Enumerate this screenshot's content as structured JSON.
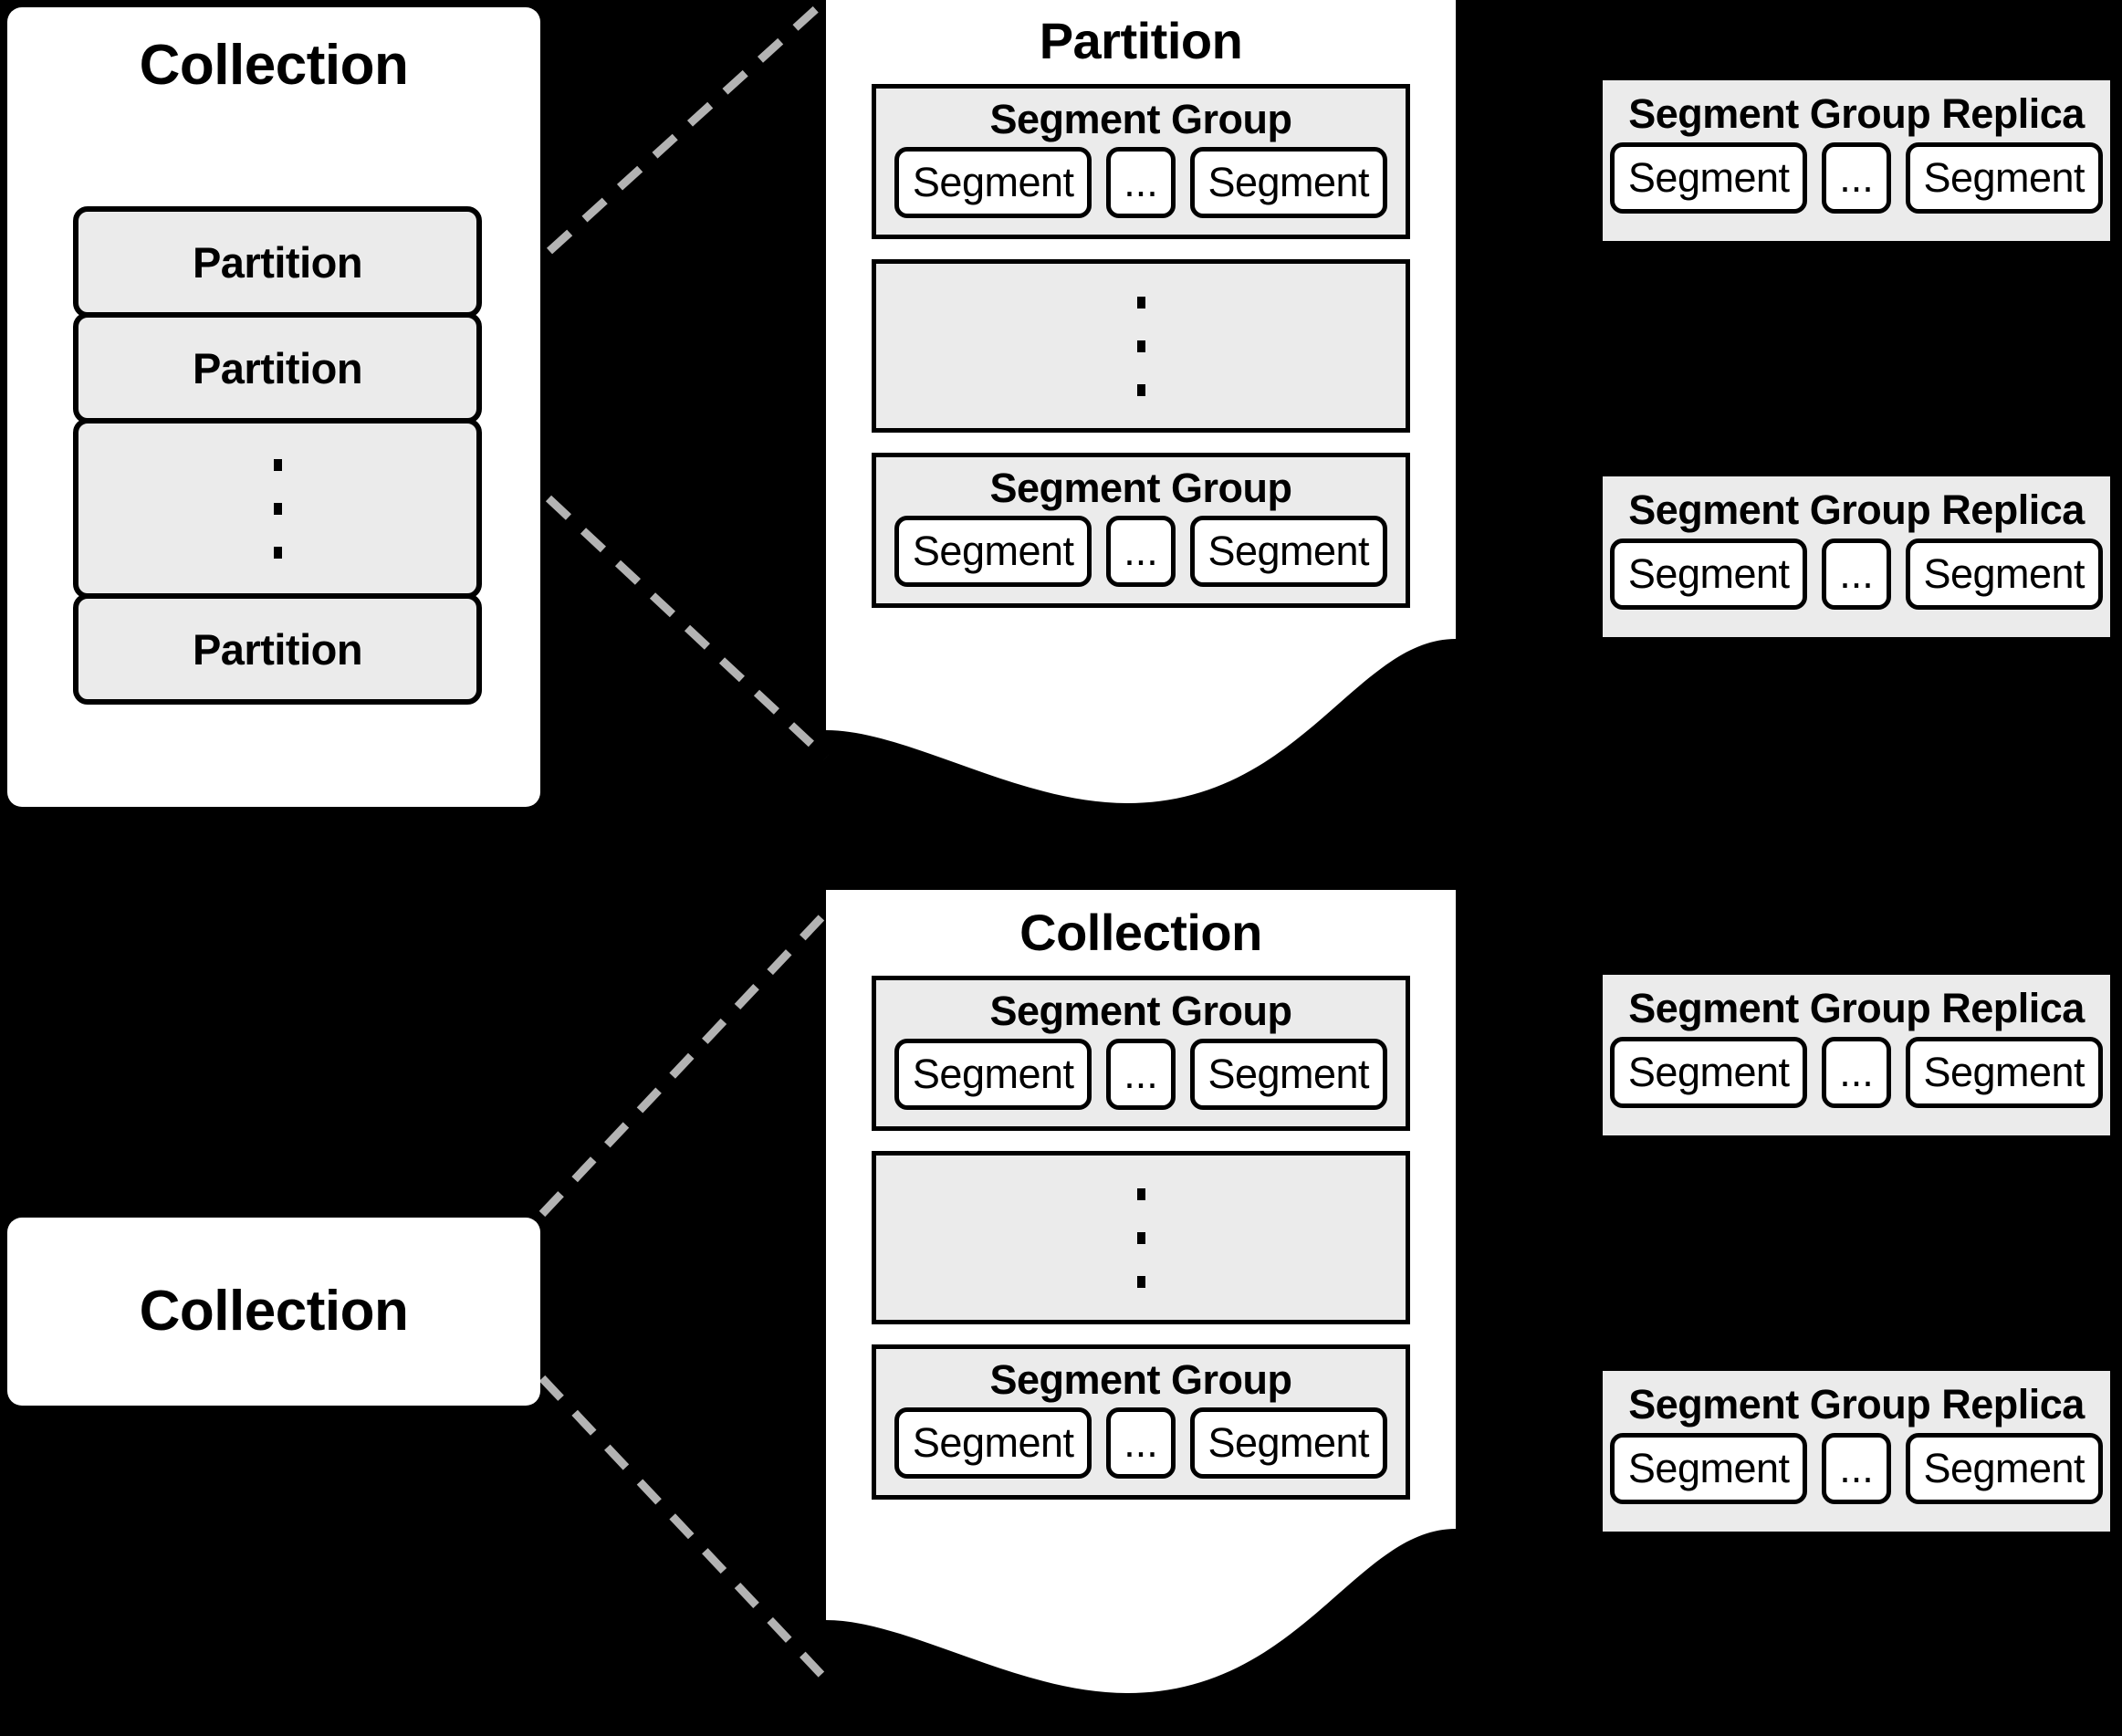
{
  "diagram": {
    "title": "Collection / Partition / Segment Group storage hierarchy",
    "colors": {
      "background": "#000000",
      "panel": "#ffffff",
      "box_fill": "#ebebeb",
      "stroke": "#000000",
      "connector": "#b3b3b3"
    },
    "labels": {
      "collection": "Collection",
      "partition": "Partition",
      "segment_group": "Segment Group",
      "segment_group_replica": "Segment Group Replica",
      "segment": "Segment",
      "horizontal_ellipsis": "...",
      "vertical_ellipsis": "⋮"
    }
  },
  "top_row": {
    "collection_panel": {
      "title": "Collection",
      "partitions": [
        {
          "label": "Partition",
          "kind": "item"
        },
        {
          "label": "Partition",
          "kind": "item"
        },
        {
          "label": "⋮",
          "kind": "ellipsis"
        },
        {
          "label": "Partition",
          "kind": "item"
        }
      ]
    },
    "partition_panel": {
      "title": "Partition",
      "rows": [
        {
          "kind": "segment-group",
          "title": "Segment Group",
          "segments": [
            "Segment",
            "...",
            "Segment"
          ]
        },
        {
          "kind": "ellipsis",
          "label": "⋮"
        },
        {
          "kind": "segment-group",
          "title": "Segment Group",
          "segments": [
            "Segment",
            "...",
            "Segment"
          ]
        }
      ]
    },
    "replicas": [
      {
        "title": "Segment Group Replica",
        "segments": [
          "Segment",
          "...",
          "Segment"
        ]
      },
      {
        "title": "Segment Group Replica",
        "segments": [
          "Segment",
          "...",
          "Segment"
        ]
      }
    ]
  },
  "bottom_row": {
    "collection_box": {
      "title": "Collection"
    },
    "collection_panel": {
      "title": "Collection",
      "rows": [
        {
          "kind": "segment-group",
          "title": "Segment Group",
          "segments": [
            "Segment",
            "...",
            "Segment"
          ]
        },
        {
          "kind": "ellipsis",
          "label": "⋮"
        },
        {
          "kind": "segment-group",
          "title": "Segment Group",
          "segments": [
            "Segment",
            "...",
            "Segment"
          ]
        }
      ]
    },
    "replicas": [
      {
        "title": "Segment Group Replica",
        "segments": [
          "Segment",
          "...",
          "Segment"
        ]
      },
      {
        "title": "Segment Group Replica",
        "segments": [
          "Segment",
          "...",
          "Segment"
        ]
      }
    ]
  }
}
